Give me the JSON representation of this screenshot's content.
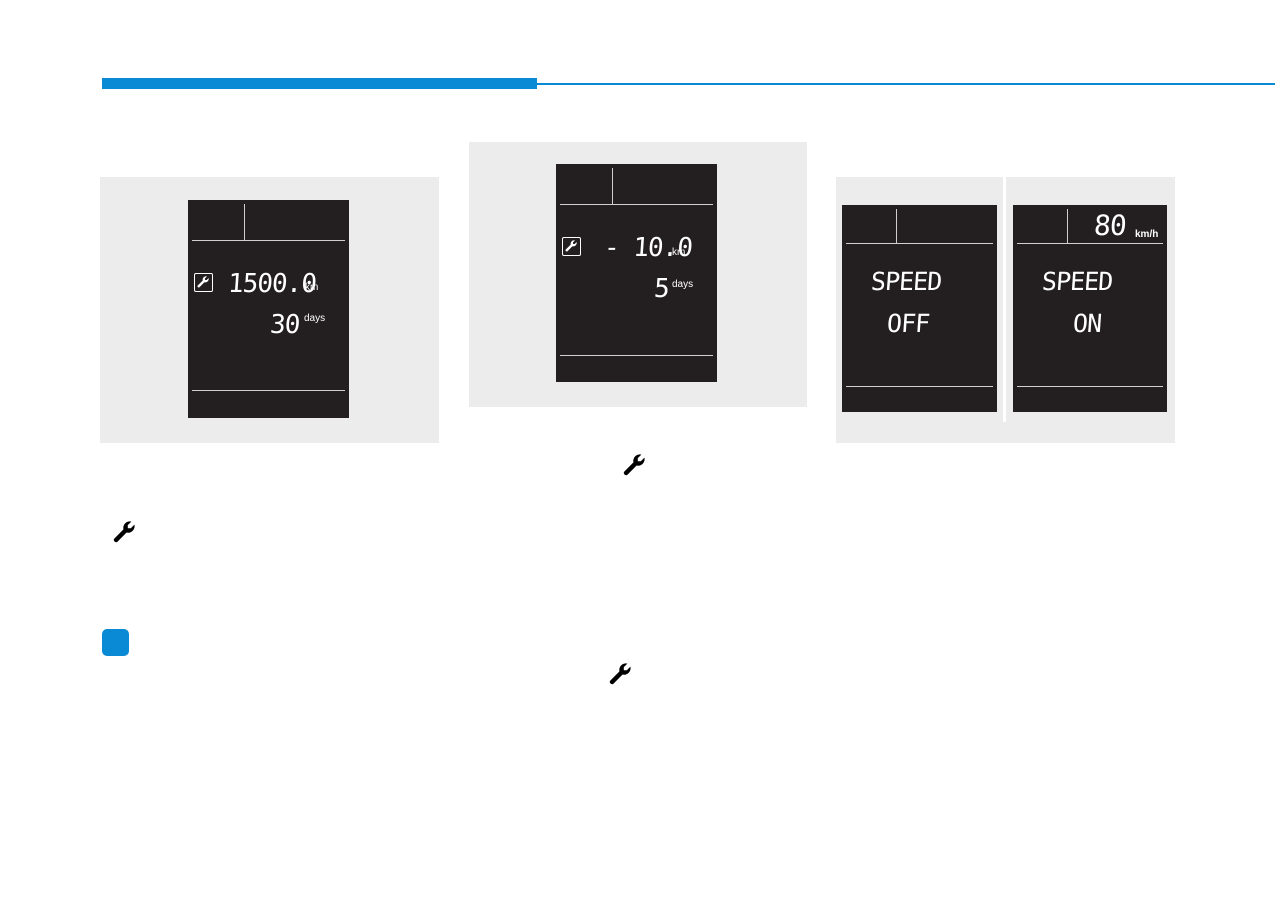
{
  "colors": {
    "accent": "#0a8ad4",
    "panel_bg": "#ececed",
    "lcd_bg": "#231f20",
    "lcd_text": "#ffffff"
  },
  "icons": {
    "service": "wrench-icon"
  },
  "displays": [
    {
      "distance": "1500.0",
      "distance_unit": "km",
      "days": "30",
      "days_unit": "days"
    },
    {
      "distance": "- 10.0",
      "distance_unit": "km",
      "days": "5",
      "days_unit": "days"
    },
    {
      "line1": "SPEED",
      "line2": "OFF"
    },
    {
      "speed": "80",
      "speed_unit": "km/h",
      "line1": "SPEED",
      "line2": "ON"
    }
  ]
}
